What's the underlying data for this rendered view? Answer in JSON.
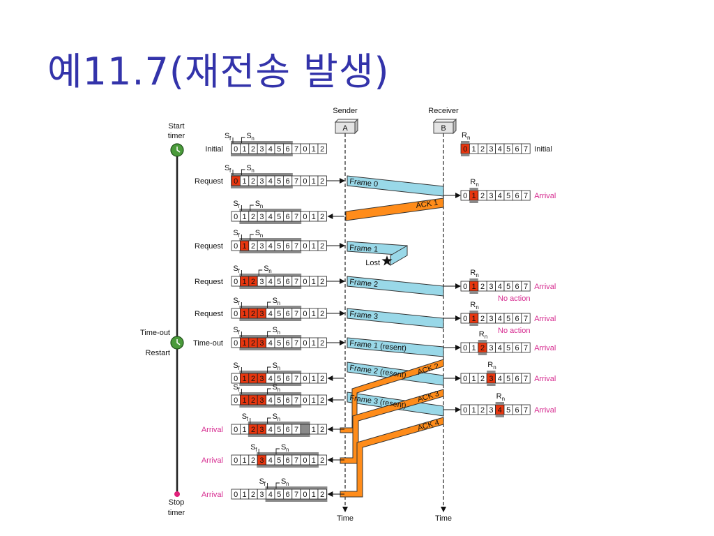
{
  "title": "예11.7(재전송 발생)",
  "diagram": {
    "sender_label": "Sender",
    "receiver_label": "Receiver",
    "sender_box": "A",
    "receiver_box": "B",
    "time_label": "Time",
    "start_timer": [
      "Start",
      "timer"
    ],
    "stop_timer": [
      "Stop",
      "timer"
    ],
    "timeout_label": "Time-out",
    "restart_label": "Restart",
    "sf": "S",
    "sn": "S",
    "rn": "R",
    "sub_f": "f",
    "sub_n": "n",
    "lost_label": "Lost",
    "colors": {
      "frame": "#99d8e8",
      "ack": "#ff8c1a",
      "highlight": "#e8360f",
      "arrival": "#d62a8f",
      "timeline": "#222222",
      "clock": "#4a9a3a"
    },
    "sender_rows": [
      {
        "event": "Initial",
        "cells": [
          "0",
          "1",
          "2",
          "3",
          "4",
          "5",
          "6",
          "7",
          "0",
          "1",
          "2"
        ],
        "highlight": []
      },
      {
        "event": "Request",
        "cells": [
          "0",
          "1",
          "2",
          "3",
          "4",
          "5",
          "6",
          "7",
          "0",
          "1",
          "2"
        ],
        "highlight": [
          0
        ]
      },
      {
        "event": "",
        "cells": [
          "0",
          "1",
          "2",
          "3",
          "4",
          "5",
          "6",
          "7",
          "0",
          "1",
          "2"
        ],
        "highlight": []
      },
      {
        "event": "Request",
        "cells": [
          "0",
          "1",
          "2",
          "3",
          "4",
          "5",
          "6",
          "7",
          "0",
          "1",
          "2"
        ],
        "highlight": [
          1
        ]
      },
      {
        "event": "Request",
        "cells": [
          "0",
          "1",
          "2",
          "3",
          "4",
          "5",
          "6",
          "7",
          "0",
          "1",
          "2"
        ],
        "highlight": [
          1,
          2
        ]
      },
      {
        "event": "Request",
        "cells": [
          "0",
          "1",
          "2",
          "3",
          "4",
          "5",
          "6",
          "7",
          "0",
          "1",
          "2"
        ],
        "highlight": [
          1,
          2,
          3
        ]
      },
      {
        "event": "Time-out",
        "cells": [
          "0",
          "1",
          "2",
          "3",
          "4",
          "5",
          "6",
          "7",
          "0",
          "1",
          "2"
        ],
        "highlight": [
          1,
          2,
          3
        ]
      },
      {
        "event": "",
        "cells": [
          "0",
          "1",
          "2",
          "3",
          "4",
          "5",
          "6",
          "7",
          "0",
          "1",
          "2"
        ],
        "highlight": [
          1,
          2,
          3
        ]
      },
      {
        "event": "",
        "cells": [
          "0",
          "1",
          "2",
          "3",
          "4",
          "5",
          "6",
          "7",
          "0",
          "1",
          "2"
        ],
        "highlight": [
          1,
          2,
          3
        ]
      },
      {
        "event": "Arrival",
        "cells": [
          "0",
          "1",
          "2",
          "3",
          "4",
          "5",
          "6",
          "7",
          "",
          "1",
          "2"
        ],
        "highlight": [
          2,
          3
        ]
      },
      {
        "event": "Arrival",
        "cells": [
          "0",
          "1",
          "2",
          "3",
          "4",
          "5",
          "6",
          "7",
          "0",
          "1",
          "2"
        ],
        "highlight": [
          3
        ]
      },
      {
        "event": "Arrival",
        "cells": [
          "0",
          "1",
          "2",
          "3",
          "4",
          "5",
          "6",
          "7",
          "0",
          "1",
          "2"
        ],
        "highlight": []
      }
    ],
    "receiver_rows": [
      {
        "event": "Initial",
        "note": "",
        "cells": [
          "0",
          "1",
          "2",
          "3",
          "4",
          "5",
          "6",
          "7"
        ],
        "highlight": [
          0
        ]
      },
      {
        "event": "Arrival",
        "note": "",
        "cells": [
          "0",
          "1",
          "2",
          "3",
          "4",
          "5",
          "6",
          "7"
        ],
        "highlight": [
          1
        ]
      },
      {
        "event": "Arrival",
        "note": "No action",
        "cells": [
          "0",
          "1",
          "2",
          "3",
          "4",
          "5",
          "6",
          "7"
        ],
        "highlight": [
          1
        ]
      },
      {
        "event": "Arrival",
        "note": "No action",
        "cells": [
          "0",
          "1",
          "2",
          "3",
          "4",
          "5",
          "6",
          "7"
        ],
        "highlight": [
          1
        ]
      },
      {
        "event": "Arrival",
        "note": "",
        "cells": [
          "0",
          "1",
          "2",
          "3",
          "4",
          "5",
          "6",
          "7"
        ],
        "highlight": [
          2
        ]
      },
      {
        "event": "Arrival",
        "note": "",
        "cells": [
          "0",
          "1",
          "2",
          "3",
          "4",
          "5",
          "6",
          "7"
        ],
        "highlight": [
          3
        ]
      },
      {
        "event": "Arrival",
        "note": "",
        "cells": [
          "0",
          "1",
          "2",
          "3",
          "4",
          "5",
          "6",
          "7"
        ],
        "highlight": [
          4
        ]
      }
    ],
    "frames": [
      {
        "label": "Frame 0"
      },
      {
        "label": "Frame 1"
      },
      {
        "label": "Frame 2"
      },
      {
        "label": "Frame 3"
      },
      {
        "label": "Frame 1 (resent)"
      },
      {
        "label": "Frame 2 (resent)"
      },
      {
        "label": "Frame 3 (resent)"
      }
    ],
    "acks": [
      {
        "label": "ACK 1"
      },
      {
        "label": "ACK 2"
      },
      {
        "label": "ACK 3"
      },
      {
        "label": "ACK 4"
      }
    ]
  }
}
